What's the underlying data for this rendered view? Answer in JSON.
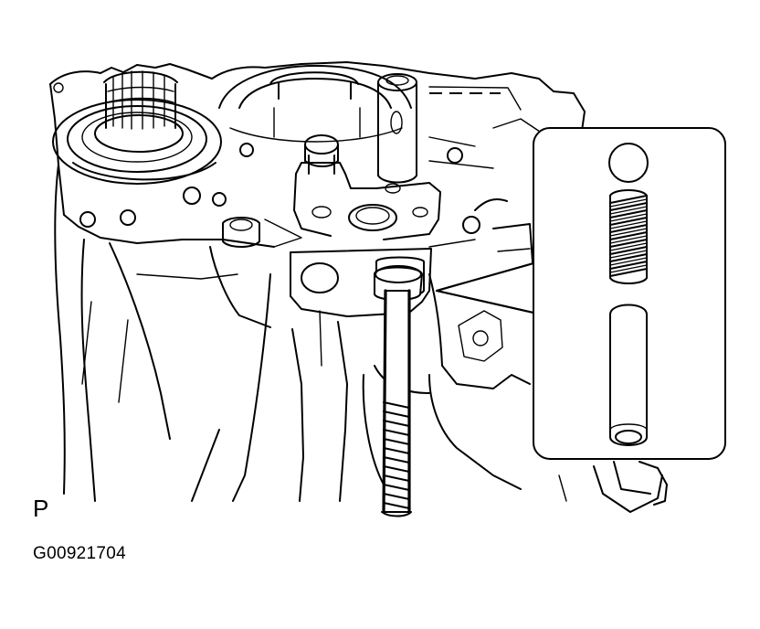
{
  "labels": {
    "view_letter": "P",
    "figure_code": "G00921704"
  },
  "icons": {
    "main_view": "transmission-case-illustration",
    "detail_inset": "ball-spring-pin-detail"
  },
  "colors": {
    "line": "#000000",
    "background": "#ffffff"
  }
}
